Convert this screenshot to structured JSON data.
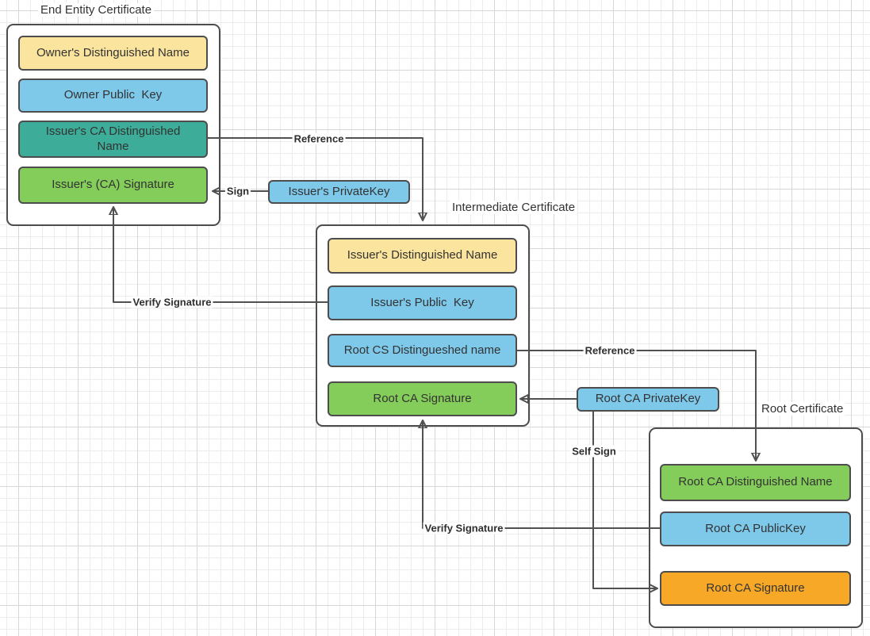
{
  "diagram": {
    "end_entity": {
      "title": "End Entity Certificate",
      "boxes": [
        {
          "label": "Owner's Distinguished Name",
          "fill": "#FBE49E"
        },
        {
          "label": "Owner Public  Key",
          "fill": "#7EC8EA"
        },
        {
          "label": "Issuer's CA Distinguished\nName",
          "fill": "#3DAC98"
        },
        {
          "label": "Issuer's (CA) Signature",
          "fill": "#84CD5A"
        }
      ]
    },
    "intermediate": {
      "title": "Intermediate Certificate",
      "boxes": [
        {
          "label": "Issuer's Distinguished Name",
          "fill": "#FBE49E"
        },
        {
          "label": "Issuer's Public  Key",
          "fill": "#7EC8EA"
        },
        {
          "label": "Root CS Distingueshed name",
          "fill": "#7EC8EA"
        },
        {
          "label": "Root CA Signature",
          "fill": "#84CD5A"
        }
      ]
    },
    "root": {
      "title": "Root Certificate",
      "boxes": [
        {
          "label": "Root CA Distinguished Name",
          "fill": "#84CD5A"
        },
        {
          "label": "Root CA PublicKey",
          "fill": "#7EC8EA"
        },
        {
          "label": "Root CA Signature",
          "fill": "#F8A827"
        }
      ]
    },
    "keys": {
      "issuer_private_key": {
        "label": "Issuer's PrivateKey",
        "fill": "#7EC8EA"
      },
      "root_ca_private_key": {
        "label": "Root CA PrivateKey",
        "fill": "#7EC8EA"
      }
    },
    "edge_labels": {
      "reference1": "Reference",
      "sign": "Sign",
      "verify1": "Verify Signature",
      "reference2": "Reference",
      "self_sign": "Self Sign",
      "verify2": "Verify Signature"
    },
    "colors": {
      "accent_yellow": "#FBE49E",
      "accent_blue": "#7EC8EA",
      "accent_teal": "#3DAC98",
      "accent_green": "#84CD5A",
      "accent_orange": "#F8A827",
      "stroke": "#4d4d4d"
    }
  }
}
